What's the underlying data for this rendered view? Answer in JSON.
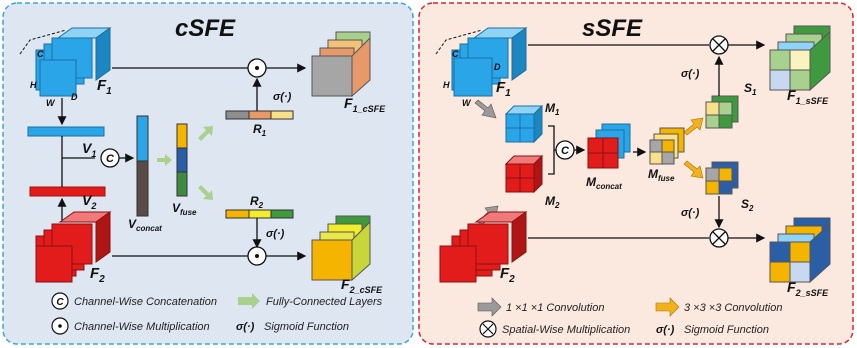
{
  "left_panel": {
    "title": "cSFE",
    "dim_c": "C",
    "dim_h": "H",
    "dim_w": "W",
    "dim_d": "D",
    "f1": "F",
    "f1_sub": "1",
    "f2": "F",
    "f2_sub": "2",
    "v1": "V",
    "v1_sub": "1",
    "v2": "V",
    "v2_sub": "2",
    "vconcat": "V",
    "vconcat_sub": "concat",
    "vfuse": "V",
    "vfuse_sub": "fuse",
    "r1": "R",
    "r1_sub": "1",
    "r2": "R",
    "r2_sub": "2",
    "sigma1": "σ(·)",
    "sigma2": "σ(·)",
    "out1": "F",
    "out1_sub": "1_cSFE",
    "out2": "F",
    "out2_sub": "2_cSFE",
    "concat_symbol": "C",
    "legend": {
      "concat": "Channel-Wise Concatenation",
      "fc": "Fully-Connected Layers",
      "mult": "Channel-Wise Multiplication",
      "sigmoid_sym": "σ(·)",
      "sigmoid": "Sigmoid Function"
    }
  },
  "right_panel": {
    "title": "sSFE",
    "dim_c": "C",
    "dim_h": "H",
    "dim_w": "W",
    "dim_d": "D",
    "f1": "F",
    "f1_sub": "1",
    "f2": "F",
    "f2_sub": "2",
    "m1": "M",
    "m1_sub": "1",
    "m2": "M",
    "m2_sub": "2",
    "mconcat": "M",
    "mconcat_sub": "concat",
    "mfuse": "M",
    "mfuse_sub": "fuse",
    "s1": "S",
    "s1_sub": "1",
    "s2": "S",
    "s2_sub": "2",
    "sigma1": "σ(·)",
    "sigma2": "σ(·)",
    "out1": "F",
    "out1_sub": "1_sSFE",
    "out2": "F",
    "out2_sub": "2_sSFE",
    "concat_symbol": "C",
    "legend": {
      "conv1": "1 ×1 ×1 Convolution",
      "conv3": "3 ×3 ×3 Convolution",
      "spatial": "Spatial-Wise Multiplication",
      "sigmoid_sym": "σ(·)",
      "sigmoid": "Sigmoid Function"
    }
  },
  "colors": {
    "left_bg": "#dde6f1",
    "left_border": "#3aa6dc",
    "right_bg": "#fbe8df",
    "right_border": "#d62828",
    "blue": "#2aa6e8",
    "red": "#e21b1b",
    "green_arrow": "#a9d18e",
    "orange_arrow": "#f2b11c",
    "gray_arrow": "#9a9a9a"
  }
}
